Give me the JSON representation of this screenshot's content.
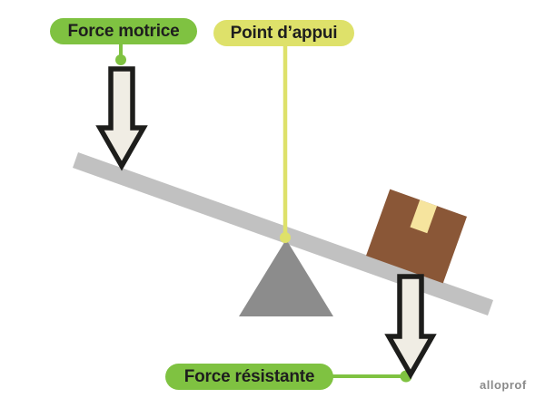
{
  "labels": {
    "force_motrice": "Force motrice",
    "point_appui": "Point d’appui",
    "force_resistante": "Force résistante"
  },
  "watermark": "alloprof",
  "colors": {
    "label_green": "#7FC241",
    "label_yellow_green": "#DEE16A",
    "lever_gray": "#C1C1C1",
    "fulcrum_gray": "#8C8C8C",
    "box_brown": "#8A5737",
    "tape_cream": "#F6E49E",
    "arrow_fill": "#F0EDE4",
    "arrow_outline": "#1D1D1B",
    "text_dark": "#1E1E1E",
    "watermark_gray": "#8A8A8A"
  }
}
